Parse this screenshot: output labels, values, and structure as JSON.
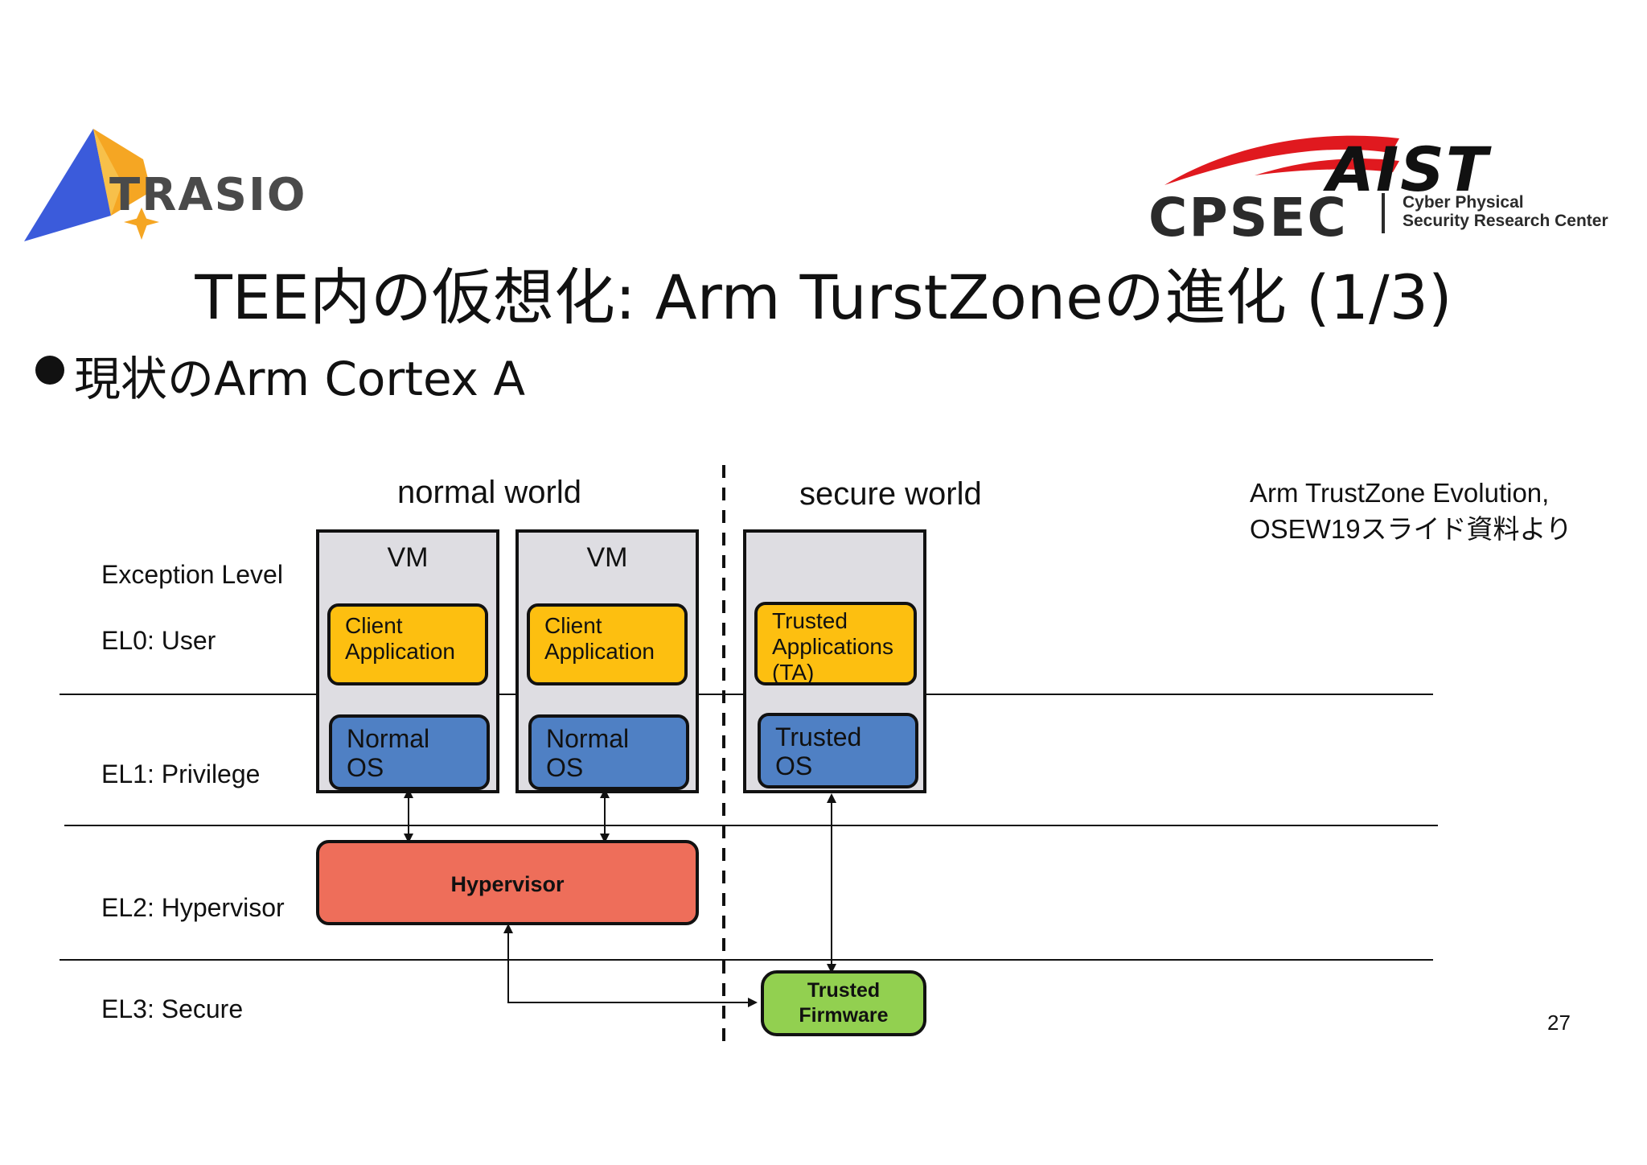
{
  "header": {
    "left_logo_text": "TRASIO",
    "right_logo_top": "AIST",
    "right_logo_bottom": "CPSEC",
    "right_logo_subtitle_1": "Cyber Physical",
    "right_logo_subtitle_2": "Security Research Center"
  },
  "title": "TEE内の仮想化: Arm TurstZoneの進化 (1/3)",
  "bullet": "現状のArm Cortex A",
  "diagram": {
    "normal_world": "normal world",
    "secure_world": "secure world",
    "levels": {
      "heading": "Exception Level",
      "el0": "EL0: User",
      "el1": "EL1: Privilege",
      "el2": "EL2: Hypervisor",
      "el3": "EL3: Secure"
    },
    "vm1": {
      "title": "VM",
      "app_line1": "Client",
      "app_line2": "Application",
      "os_line1": "Normal",
      "os_line2": "OS"
    },
    "vm2": {
      "title": "VM",
      "app_line1": "Client",
      "app_line2": "Application",
      "os_line1": "Normal",
      "os_line2": "OS"
    },
    "secure": {
      "ta_line1": "Trusted",
      "ta_line2": "Applications",
      "ta_line3": "(TA)",
      "os_line1": "Trusted",
      "os_line2": "OS"
    },
    "hypervisor": "Hypervisor",
    "firmware_line1": "Trusted",
    "firmware_line2": "Firmware"
  },
  "source_note_line1": "Arm TrustZone Evolution,",
  "source_note_line2": "OSEW19スライド資料より",
  "page_number": "27",
  "colors": {
    "app_yellow": "#fdbf10",
    "os_blue": "#4f80c4",
    "hypervisor_red": "#ee6e5a",
    "firmware_green": "#92d050",
    "vm_gray": "#dedde2",
    "trasio_blue": "#3b5bdb",
    "trasio_yellow": "#f5a623",
    "aist_red": "#e0191f",
    "cpsec_cyan": "#1fb7d4"
  }
}
